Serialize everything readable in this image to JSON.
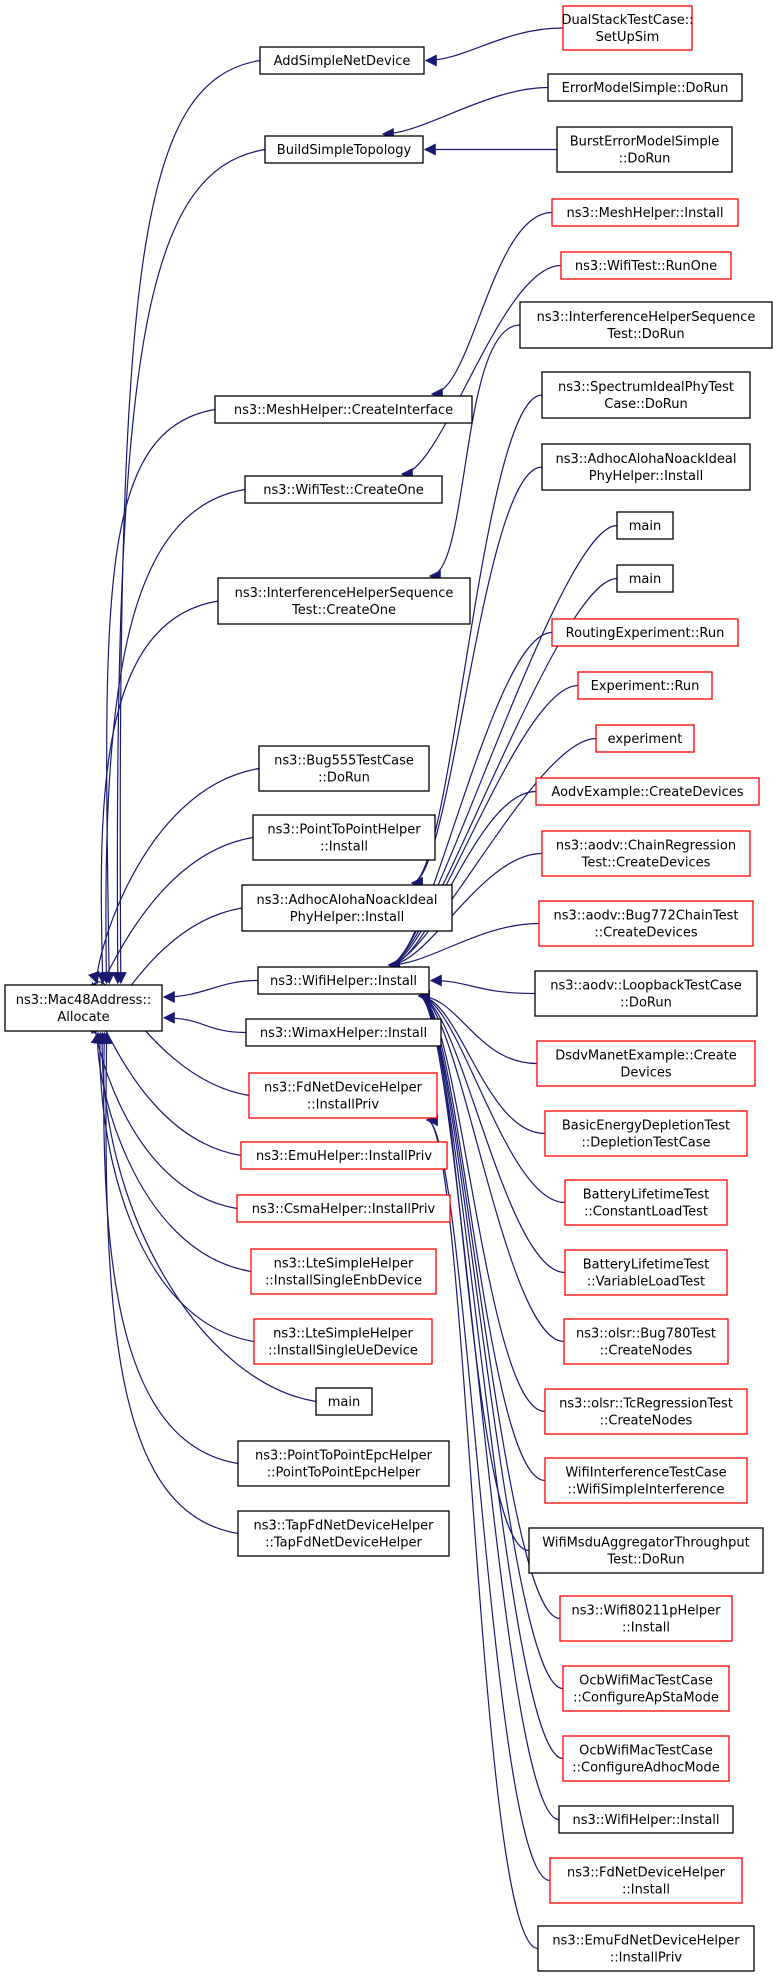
{
  "diagram": {
    "colors": {
      "edge": "#191970",
      "border_linked": "#ff0000",
      "border_plain": "#000000",
      "root_fill": "#bfbfbf",
      "node_fill": "#ffffff"
    },
    "root": {
      "id": "root",
      "lines": [
        "ns3::Mac48Address::",
        "Allocate"
      ]
    },
    "nodes": [
      {
        "id": "addSimple",
        "lines": [
          "AddSimpleNetDevice"
        ],
        "style": "plain"
      },
      {
        "id": "dualStack",
        "lines": [
          "DualStackTestCase::",
          "SetUpSim"
        ],
        "style": "linked"
      },
      {
        "id": "buildSimple",
        "lines": [
          "BuildSimpleTopology"
        ],
        "style": "plain"
      },
      {
        "id": "errModel",
        "lines": [
          "ErrorModelSimple::DoRun"
        ],
        "style": "plain"
      },
      {
        "id": "burstErr",
        "lines": [
          "BurstErrorModelSimple",
          "::DoRun"
        ],
        "style": "plain"
      },
      {
        "id": "meshInstall",
        "lines": [
          "ns3::MeshHelper::Install"
        ],
        "style": "linked"
      },
      {
        "id": "wifiRunOne",
        "lines": [
          "ns3::WifiTest::RunOne"
        ],
        "style": "linked"
      },
      {
        "id": "interfDoRun",
        "lines": [
          "ns3::InterferenceHelperSequence",
          "Test::DoRun"
        ],
        "style": "plain"
      },
      {
        "id": "meshCreate",
        "lines": [
          "ns3::MeshHelper::CreateInterface"
        ],
        "style": "plain"
      },
      {
        "id": "spectrumDoRun",
        "lines": [
          "ns3::SpectrumIdealPhyTest",
          "Case::DoRun"
        ],
        "style": "plain"
      },
      {
        "id": "wifiCreateOne",
        "lines": [
          "ns3::WifiTest::CreateOne"
        ],
        "style": "plain"
      },
      {
        "id": "adhocInstallR",
        "lines": [
          "ns3::AdhocAlohaNoackIdeal",
          "PhyHelper::Install"
        ],
        "style": "plain"
      },
      {
        "id": "main1",
        "lines": [
          "main"
        ],
        "style": "plain"
      },
      {
        "id": "interfCreateOne",
        "lines": [
          "ns3::InterferenceHelperSequence",
          "Test::CreateOne"
        ],
        "style": "plain"
      },
      {
        "id": "main2",
        "lines": [
          "main"
        ],
        "style": "plain"
      },
      {
        "id": "routingRun",
        "lines": [
          "RoutingExperiment::Run"
        ],
        "style": "linked"
      },
      {
        "id": "expRun",
        "lines": [
          "Experiment::Run"
        ],
        "style": "linked"
      },
      {
        "id": "experiment",
        "lines": [
          "experiment"
        ],
        "style": "linked"
      },
      {
        "id": "bug555",
        "lines": [
          "ns3::Bug555TestCase",
          "::DoRun"
        ],
        "style": "plain"
      },
      {
        "id": "aodvCreate",
        "lines": [
          "AodvExample::CreateDevices"
        ],
        "style": "linked"
      },
      {
        "id": "p2pInstall",
        "lines": [
          "ns3::PointToPointHelper",
          "::Install"
        ],
        "style": "plain"
      },
      {
        "id": "aodvChain",
        "lines": [
          "ns3::aodv::ChainRegression",
          "Test::CreateDevices"
        ],
        "style": "linked"
      },
      {
        "id": "adhocInstallL",
        "lines": [
          "ns3::AdhocAlohaNoackIdeal",
          "PhyHelper::Install"
        ],
        "style": "plain"
      },
      {
        "id": "aodvBug772",
        "lines": [
          "ns3::aodv::Bug772ChainTest",
          "::CreateDevices"
        ],
        "style": "linked"
      },
      {
        "id": "wifiInstallL",
        "lines": [
          "ns3::WifiHelper::Install"
        ],
        "style": "plain"
      },
      {
        "id": "aodvLoop",
        "lines": [
          "ns3::aodv::LoopbackTestCase",
          "::DoRun"
        ],
        "style": "plain"
      },
      {
        "id": "wimaxInstall",
        "lines": [
          "ns3::WimaxHelper::Install"
        ],
        "style": "plain"
      },
      {
        "id": "dsdvCreate",
        "lines": [
          "DsdvManetExample::Create",
          "Devices"
        ],
        "style": "linked"
      },
      {
        "id": "fdInstallPriv",
        "lines": [
          "ns3::FdNetDeviceHelper",
          "::InstallPriv"
        ],
        "style": "linked"
      },
      {
        "id": "basicEnergy",
        "lines": [
          "BasicEnergyDepletionTest",
          "::DepletionTestCase"
        ],
        "style": "linked"
      },
      {
        "id": "emuInstallPriv",
        "lines": [
          "ns3::EmuHelper::InstallPriv"
        ],
        "style": "linked"
      },
      {
        "id": "batteryConst",
        "lines": [
          "BatteryLifetimeTest",
          "::ConstantLoadTest"
        ],
        "style": "linked"
      },
      {
        "id": "csmaInstallPriv",
        "lines": [
          "ns3::CsmaHelper::InstallPriv"
        ],
        "style": "linked"
      },
      {
        "id": "batteryVar",
        "lines": [
          "BatteryLifetimeTest",
          "::VariableLoadTest"
        ],
        "style": "linked"
      },
      {
        "id": "lteEnb",
        "lines": [
          "ns3::LteSimpleHelper",
          "::InstallSingleEnbDevice"
        ],
        "style": "linked"
      },
      {
        "id": "olsrBug780",
        "lines": [
          "ns3::olsr::Bug780Test",
          "::CreateNodes"
        ],
        "style": "linked"
      },
      {
        "id": "lteUe",
        "lines": [
          "ns3::LteSimpleHelper",
          "::InstallSingleUeDevice"
        ],
        "style": "linked"
      },
      {
        "id": "olsrTc",
        "lines": [
          "ns3::olsr::TcRegressionTest",
          "::CreateNodes"
        ],
        "style": "linked"
      },
      {
        "id": "main3",
        "lines": [
          "main"
        ],
        "style": "plain"
      },
      {
        "id": "wifiInterf",
        "lines": [
          "WifiInterferenceTestCase",
          "::WifiSimpleInterference"
        ],
        "style": "linked"
      },
      {
        "id": "p2pEpc",
        "lines": [
          "ns3::PointToPointEpcHelper",
          "::PointToPointEpcHelper"
        ],
        "style": "plain"
      },
      {
        "id": "wifiMsdu",
        "lines": [
          "WifiMsduAggregatorThroughput",
          "Test::DoRun"
        ],
        "style": "plain"
      },
      {
        "id": "tapFd",
        "lines": [
          "ns3::TapFdNetDeviceHelper",
          "::TapFdNetDeviceHelper"
        ],
        "style": "plain"
      },
      {
        "id": "wifi80211p",
        "lines": [
          "ns3::Wifi80211pHelper",
          "::Install"
        ],
        "style": "linked"
      },
      {
        "id": "ocbApSta",
        "lines": [
          "OcbWifiMacTestCase",
          "::ConfigureApStaMode"
        ],
        "style": "linked"
      },
      {
        "id": "ocbAdhoc",
        "lines": [
          "OcbWifiMacTestCase",
          "::ConfigureAdhocMode"
        ],
        "style": "linked"
      },
      {
        "id": "wifiInstallR",
        "lines": [
          "ns3::WifiHelper::Install"
        ],
        "style": "plain"
      },
      {
        "id": "fdInstall",
        "lines": [
          "ns3::FdNetDeviceHelper",
          "::Install"
        ],
        "style": "linked"
      },
      {
        "id": "emuFdInstallPriv",
        "lines": [
          "ns3::EmuFdNetDeviceHelper",
          "::InstallPriv"
        ],
        "style": "plain"
      }
    ]
  }
}
